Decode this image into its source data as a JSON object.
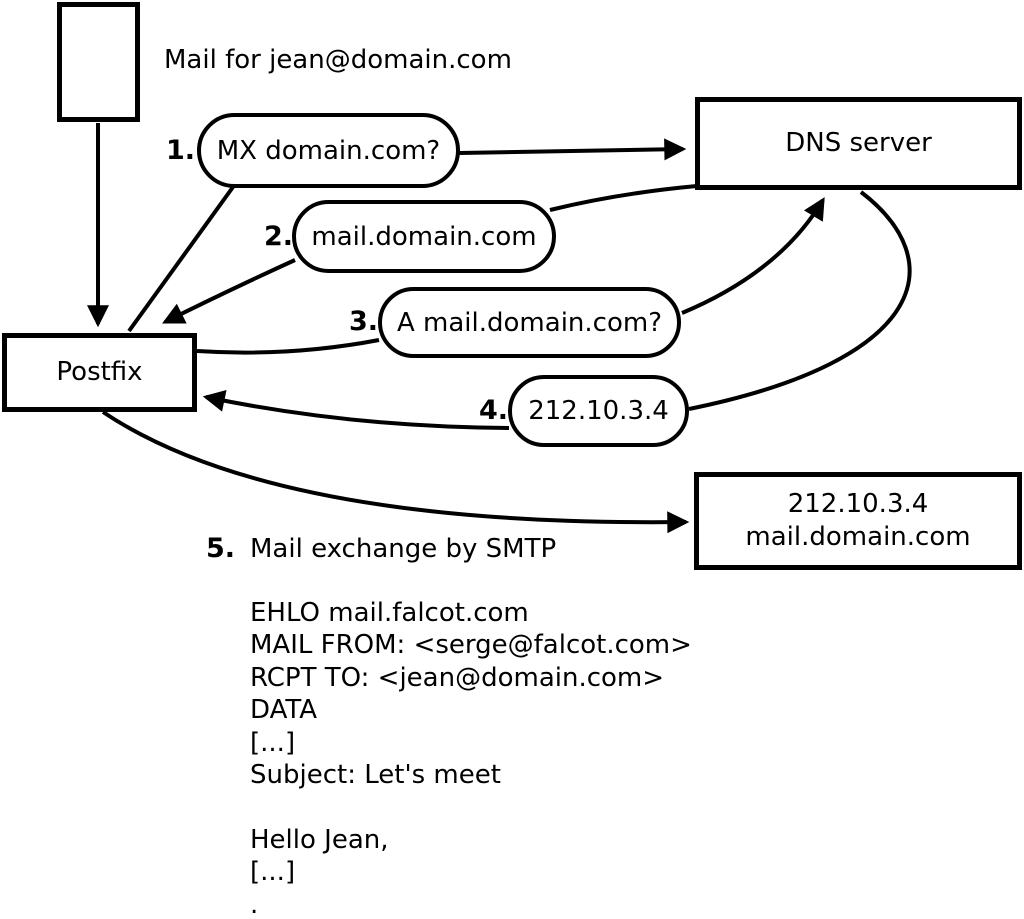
{
  "diagram": {
    "caption": "Mail for jean@domain.com",
    "colors": {
      "ink": "#000000",
      "background": "#ffffff"
    },
    "nodes": {
      "message": {
        "label": ""
      },
      "postfix": {
        "label": "Postfix"
      },
      "dns": {
        "label": "DNS server"
      },
      "mailserver": {
        "line1": "212.10.3.4",
        "line2": "mail.domain.com"
      }
    },
    "steps": [
      {
        "num": "1.",
        "label": "MX domain.com?"
      },
      {
        "num": "2.",
        "label": "mail.domain.com"
      },
      {
        "num": "3.",
        "label": "A mail.domain.com?"
      },
      {
        "num": "4.",
        "label": "212.10.3.4"
      },
      {
        "num": "5.",
        "label": "Mail exchange by SMTP"
      }
    ],
    "smtp_session": {
      "lines": [
        "EHLO mail.falcot.com",
        "MAIL FROM: <serge@falcot.com>",
        "RCPT TO: <jean@domain.com>",
        "DATA",
        "[...]",
        "Subject: Let's meet",
        "",
        "Hello Jean,",
        "[...]",
        "."
      ]
    }
  }
}
